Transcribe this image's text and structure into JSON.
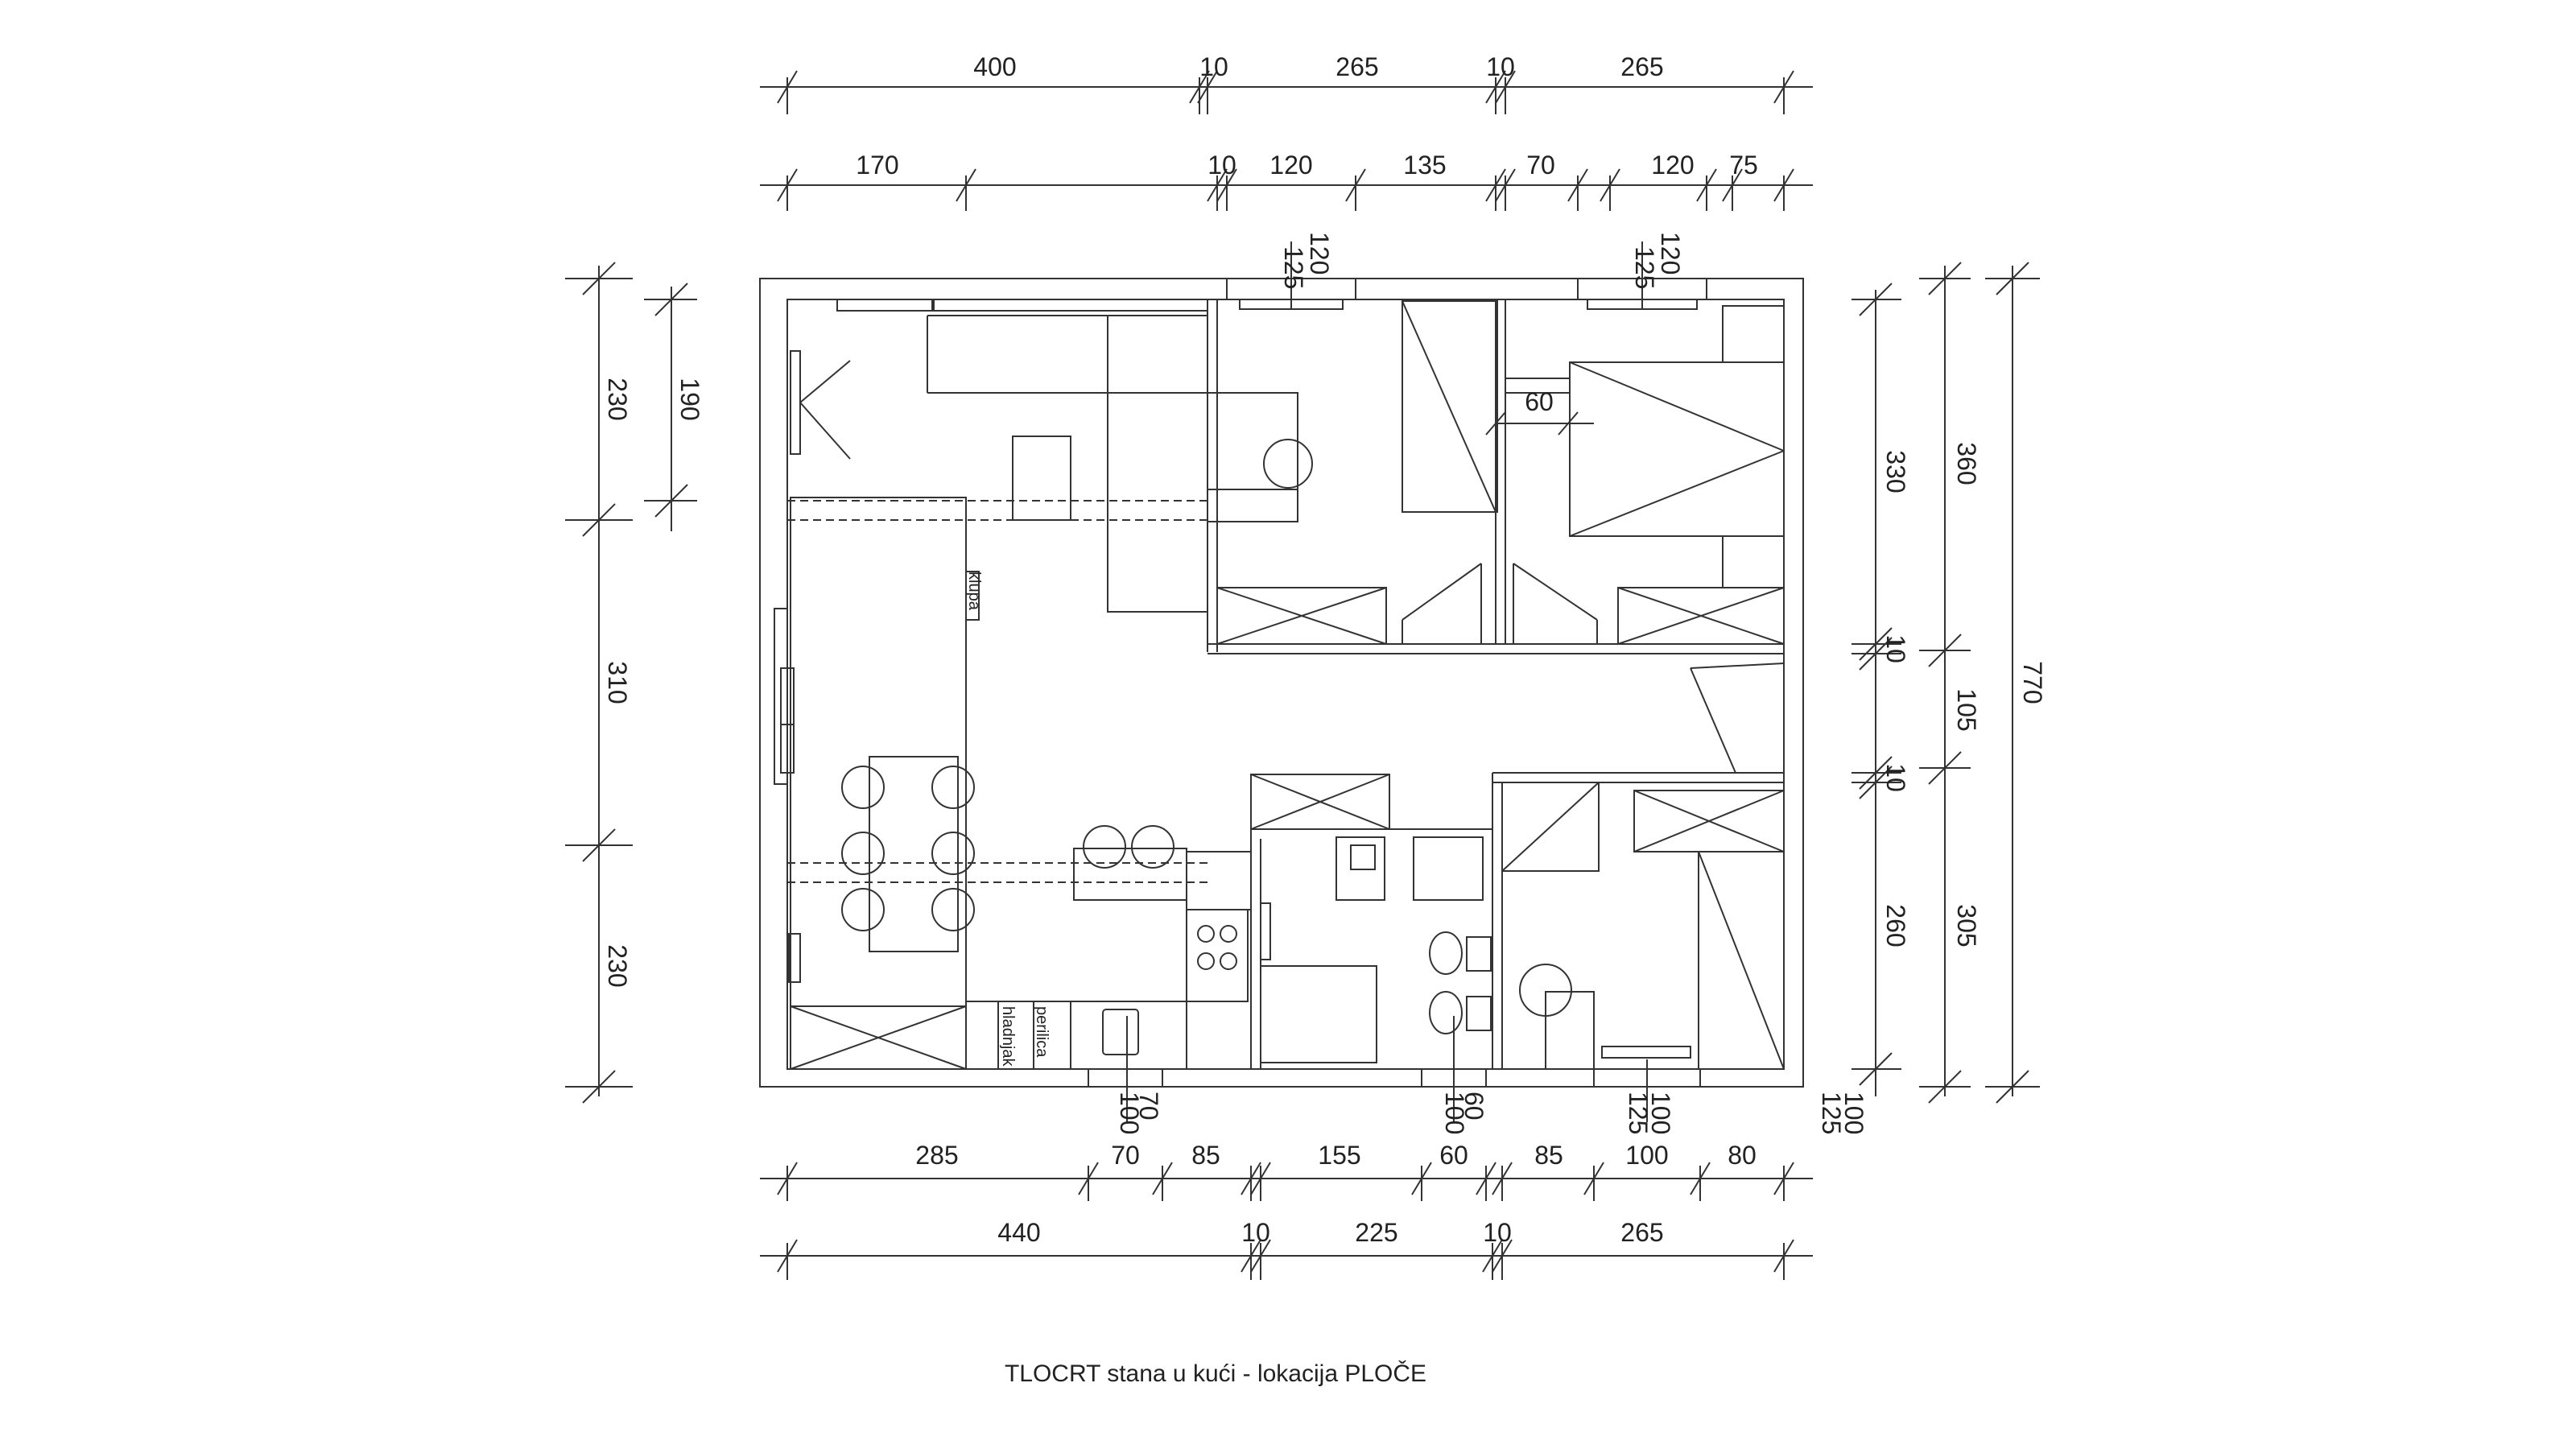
{
  "caption": "TLOCRT stana u kući - lokacija PLOČE",
  "dimensions": {
    "top_row1": [
      "400",
      "10",
      "265",
      "10",
      "265"
    ],
    "top_row2": [
      "170",
      "10",
      "120",
      "135",
      "70",
      "120",
      "75"
    ],
    "top_windows": [
      "125",
      "120",
      "125",
      "120"
    ],
    "inner_60": "60",
    "left_outer": [
      "230",
      "310",
      "230"
    ],
    "left_inner": "190",
    "right_inner": [
      "330",
      "10",
      "10",
      "260"
    ],
    "right_outer": [
      "360",
      "105",
      "305"
    ],
    "right_total": "770",
    "bottom_row1": [
      "285",
      "70",
      "85",
      "155",
      "60",
      "85",
      "100",
      "80"
    ],
    "bottom_row2": [
      "440",
      "10",
      "225",
      "10",
      "265"
    ],
    "bottom_windows": [
      "100",
      "70",
      "100",
      "60",
      "125",
      "100",
      "125",
      "100"
    ]
  },
  "labels": {
    "fridge": "hladnjak",
    "washer": "perilica",
    "bench": "klupa"
  }
}
